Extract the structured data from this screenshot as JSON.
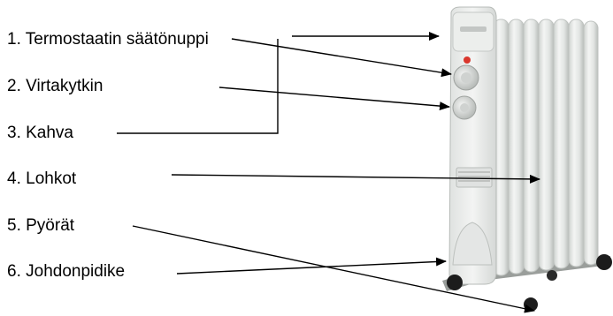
{
  "labels": [
    {
      "text": "1. Termostaatin säätönuppi"
    },
    {
      "text": "2. Virtakytkin"
    },
    {
      "text": "3. Kahva"
    },
    {
      "text": "4. Lohkot"
    },
    {
      "text": "5. Pyörät"
    },
    {
      "text": "6. Johdonpidike"
    }
  ],
  "colors": {
    "text": "#000000",
    "arrow": "#000000",
    "heater_body": "#e9ebe9",
    "heater_shadow": "#c9cdca",
    "knob": "#d8dbd9",
    "indicator_light": "#d9362c",
    "wheel": "#1c1c1c"
  }
}
